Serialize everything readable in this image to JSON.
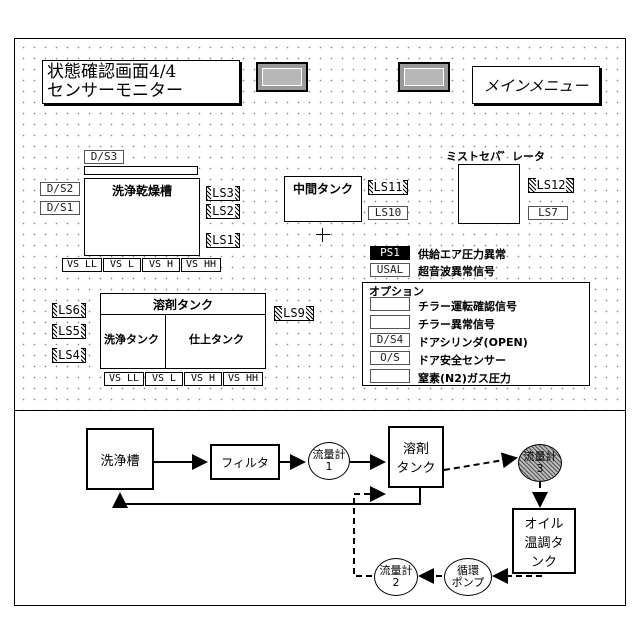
{
  "title_line1": "状態確認画面4/4",
  "title_line2": "センサーモニター",
  "main_menu": "メインメニュー",
  "sensors": {
    "ds3": "D/S3",
    "ds2": "D/S2",
    "ds1": "D/S1",
    "ls1": "LS1",
    "ls2": "LS2",
    "ls3": "LS3",
    "ls4": "LS4",
    "ls5": "LS5",
    "ls6": "LS6",
    "ls7": "LS7",
    "ls9": "LS9",
    "ls10": "LS10",
    "ls11": "LS11",
    "ls12": "LS12",
    "vs_ll": "VS LL",
    "vs_l": "VS L",
    "vs_h": "VS H",
    "vs_hh": "VS HH"
  },
  "tanks": {
    "wash_dry": "洗浄乾燥槽",
    "middle": "中間タンク",
    "mist_separator": "ミストセパ゛レータ",
    "solvent": "溶剤タンク",
    "wash_tank": "洗浄タンク",
    "finish_tank": "仕上タンク"
  },
  "legend": {
    "ps1_tag": "PS1",
    "ps1_label": "供給エア圧力異常",
    "usal_tag": "USAL",
    "usal_label": "超音波異常信号",
    "options_title": "オプション",
    "chiller_run": "チラー運転確認信号",
    "chiller_error": "チラー異常信号",
    "ds4_tag": "D/S4",
    "ds4_label": "ドアシリンダ(OPEN)",
    "os_tag": "O/S",
    "os_label": "ドア安全センサー",
    "n2_label": "窒素(N2)ガス圧力"
  },
  "flow": {
    "wash_tank": "洗浄槽",
    "filter": "フィルタ",
    "meter1_a": "流量計",
    "meter1_b": "1",
    "solvent_a": "溶剤",
    "solvent_b": "タンク",
    "meter3_a": "流量計",
    "meter3_b": "3",
    "oil_a": "オイル",
    "oil_b": "温調タ",
    "oil_c": "ンク",
    "pump_a": "循環",
    "pump_b": "ポンプ",
    "meter2_a": "流量計",
    "meter2_b": "2"
  }
}
